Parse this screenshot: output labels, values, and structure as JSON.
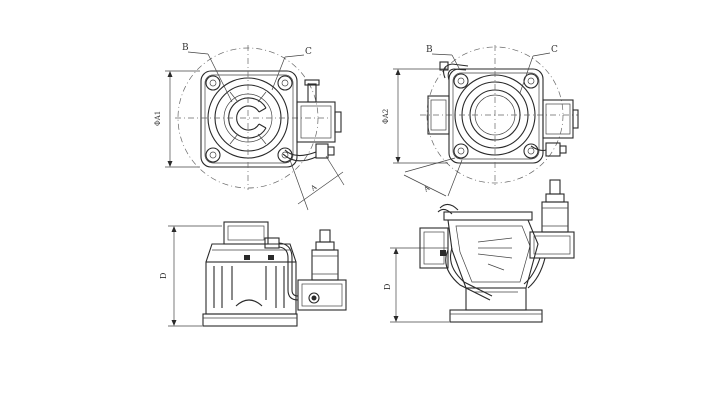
{
  "views": {
    "top_left": {
      "callout_b": "B",
      "callout_c": "C",
      "dim_height": "ΦA1",
      "dim_diag": "A"
    },
    "top_right": {
      "callout_b": "B",
      "callout_c": "C",
      "dim_height": "ΦA2",
      "dim_diag": "A"
    },
    "bottom_left": {
      "dim_height": "D"
    },
    "bottom_right": {
      "dim_height": "D"
    }
  }
}
